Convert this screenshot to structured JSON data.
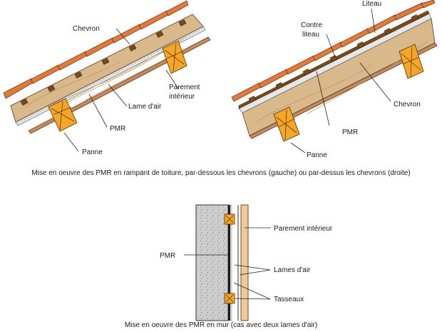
{
  "labels": {
    "chevron_left": "Chevron",
    "parement_left_1": "Parement",
    "parement_left_2": "intérieur",
    "lame_air_left": "Lame d'air",
    "pmr_left": "PMR",
    "panne_left": "Panne",
    "liteau_right": "Liteau",
    "contre_right_1": "Contre",
    "contre_right_2": "liteau",
    "chevron_right": "Chevron",
    "pmr_right": "PMR",
    "panne_right": "Panne",
    "parement_wall": "Parement intérieur",
    "pmr_wall": "PMR",
    "lames_air_wall": "Lames d'air",
    "tasseaux_wall": "Tasseaux"
  },
  "captions": {
    "roof": "Mise en oeuvre des PMR en rampant de toiture, par-dessous les chevrons (gauche) ou par-dessus les chevrons (droite)",
    "wall": "Mise en oeuvre des PMR en mur (cas avec deux lames d'air)"
  },
  "colors": {
    "tiles": "#e07a3c",
    "rafter_wood": "#d9b98c",
    "purlin": "#f3a62a",
    "lining_board": "#c7885a",
    "pmr_grey": "#e6e6e6",
    "insulation_block": "#c8c8c8"
  }
}
